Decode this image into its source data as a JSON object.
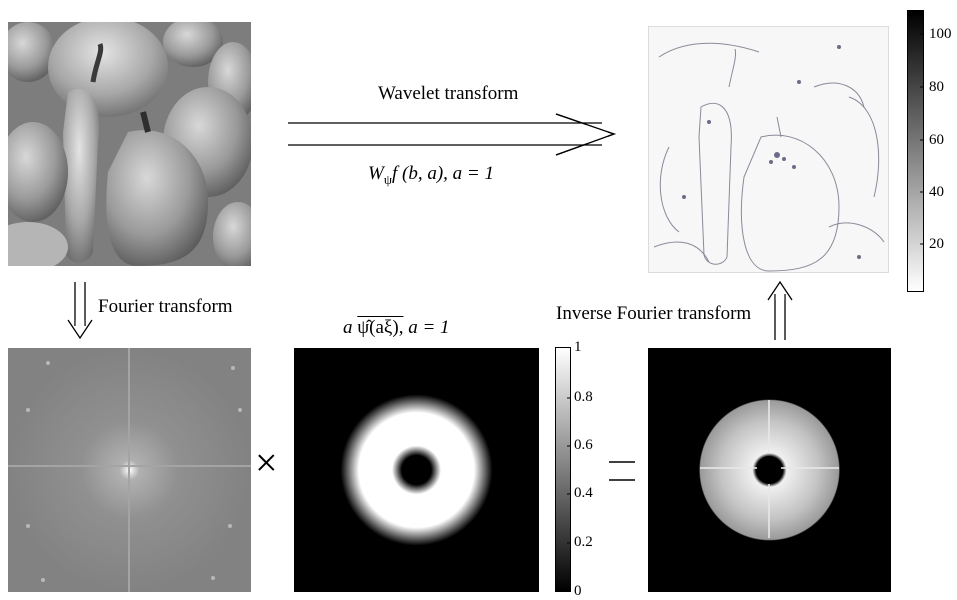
{
  "labels": {
    "wavelet_transform": "Wavelet  transform",
    "fourier_transform": "Fourier transform",
    "inverse_fourier_transform": "Inverse Fourier transform",
    "wavelet_formula_W": "W",
    "wavelet_formula_sub": "ψ",
    "wavelet_formula_rest": "f (b, a),   a = 1",
    "filter_formula_a": "a",
    "filter_formula_psi": "ψ̂(aξ),",
    "filter_formula_rest": "a = 1",
    "times_symbol": "×"
  },
  "colorbar_top": {
    "ticks": [
      "100",
      "80",
      "60",
      "40",
      "20"
    ],
    "values": [
      100,
      80,
      60,
      40,
      20
    ],
    "range": [
      0,
      110
    ],
    "colormap": "white-to-black"
  },
  "colorbar_mid": {
    "ticks": [
      "1",
      "0.8",
      "0.6",
      "0.4",
      "0.2",
      "0"
    ],
    "values": [
      1,
      0.8,
      0.6,
      0.4,
      0.2,
      0
    ],
    "range": [
      0,
      1
    ],
    "colormap": "black-to-white"
  },
  "colors": {
    "background": "#ffffff",
    "spectrum_gray": "#8a8a8a",
    "filter_black": "#000000"
  },
  "images": [
    "peppers-grayscale-image",
    "fourier-spectrum-image",
    "annular-wavelet-filter-image",
    "filtered-spectrum-image",
    "wavelet-coefficient-image"
  ]
}
